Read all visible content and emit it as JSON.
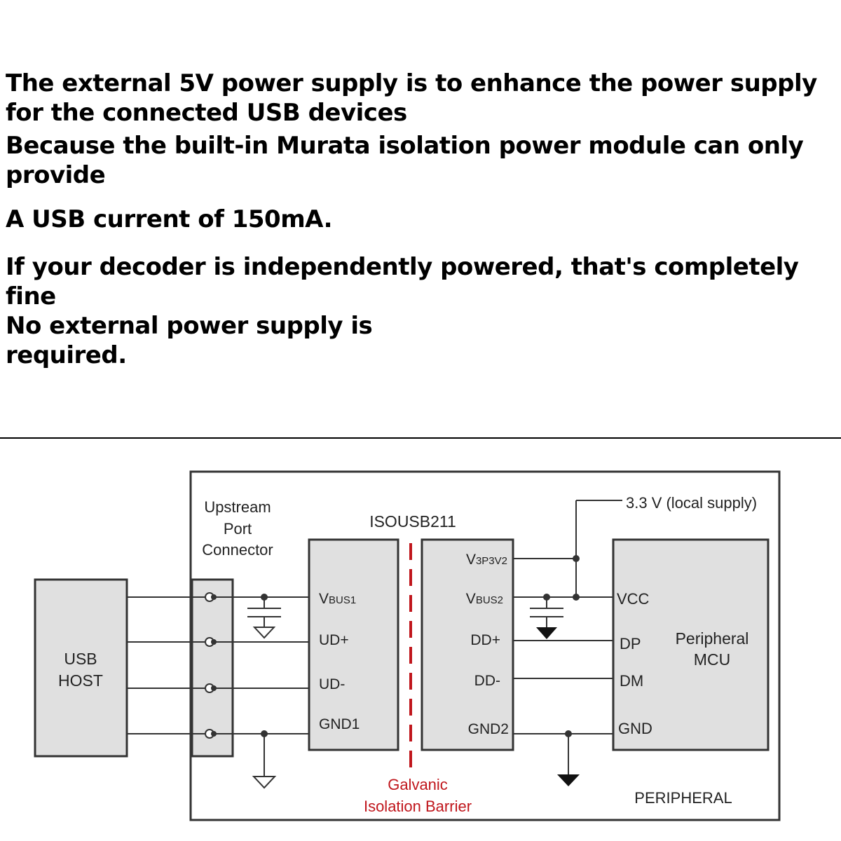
{
  "text": {
    "line1": "The external 5V power supply is to enhance the power supply",
    "line2": "for the connected USB devices",
    "line3": "Because the built-in Murata isolation power module can only",
    "line4": "provide",
    "line5": "A USB current of 150mA.",
    "line6": "If your decoder is independently powered, that's completely",
    "line7": "fine",
    "line8": "No external power supply is",
    "line9": "required."
  },
  "diagram": {
    "usb_host": [
      "USB",
      "HOST"
    ],
    "upstream_port": [
      "Upstream",
      "Port",
      "Connector"
    ],
    "chip_name": "ISOUSB211",
    "supply": "3.3 V (local supply)",
    "left_pins": {
      "vbus1_main": "V",
      "vbus1_sub": "BUS1",
      "ud_plus": "UD+",
      "ud_minus": "UD-",
      "gnd1": "GND1"
    },
    "right_pins": {
      "v3p3_main": "V",
      "v3p3_sub": "3P3V2",
      "vbus2_main": "V",
      "vbus2_sub": "BUS2",
      "dd_plus": "DD+",
      "dd_minus": "DD-",
      "gnd2": "GND2"
    },
    "mcu_pins": {
      "vcc": "VCC",
      "dp": "DP",
      "dm": "DM",
      "gnd": "GND"
    },
    "mcu_label": [
      "Peripheral",
      "MCU"
    ],
    "barrier": [
      "Galvanic",
      "Isolation Barrier"
    ],
    "peripheral": "PERIPHERAL",
    "colors": {
      "box_fill": "#e0e0e0",
      "barrier": "#c0161c",
      "line": "#333333"
    }
  }
}
